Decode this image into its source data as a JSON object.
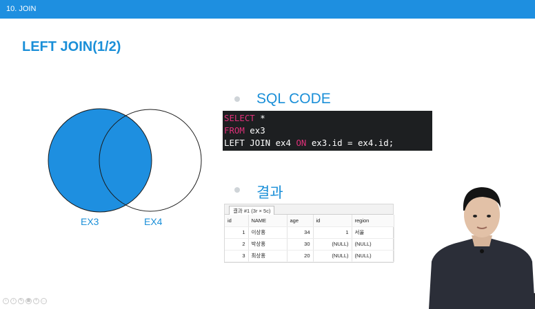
{
  "topbar": {
    "title": "10. JOIN"
  },
  "slide": {
    "title": "LEFT JOIN(1/2)"
  },
  "venn": {
    "left_label": "EX3",
    "right_label": "EX4",
    "fill_color": "#1e8fe0"
  },
  "sql_section": {
    "heading": "SQL CODE",
    "lines": [
      {
        "kw": "SELECT",
        "rest": " *"
      },
      {
        "kw": "FROM",
        "rest": " ex3"
      },
      {
        "pre": "LEFT JOIN ex4 ",
        "kw": "ON",
        "rest": " ex3.id = ex4.id;"
      }
    ]
  },
  "result_section": {
    "heading": "결과",
    "tab_label": "결과 #1 (3r × 5c)",
    "columns": [
      "id",
      "NAME",
      "age",
      "id",
      "region"
    ],
    "rows": [
      [
        "1",
        "이상홍",
        "34",
        "1",
        "서울"
      ],
      [
        "2",
        "박상홍",
        "30",
        "(NULL)",
        "(NULL)"
      ],
      [
        "3",
        "최상홍",
        "20",
        "(NULL)",
        "(NULL)"
      ]
    ]
  },
  "colors": {
    "accent": "#1e8fe0",
    "keyword": "#e0317a"
  }
}
